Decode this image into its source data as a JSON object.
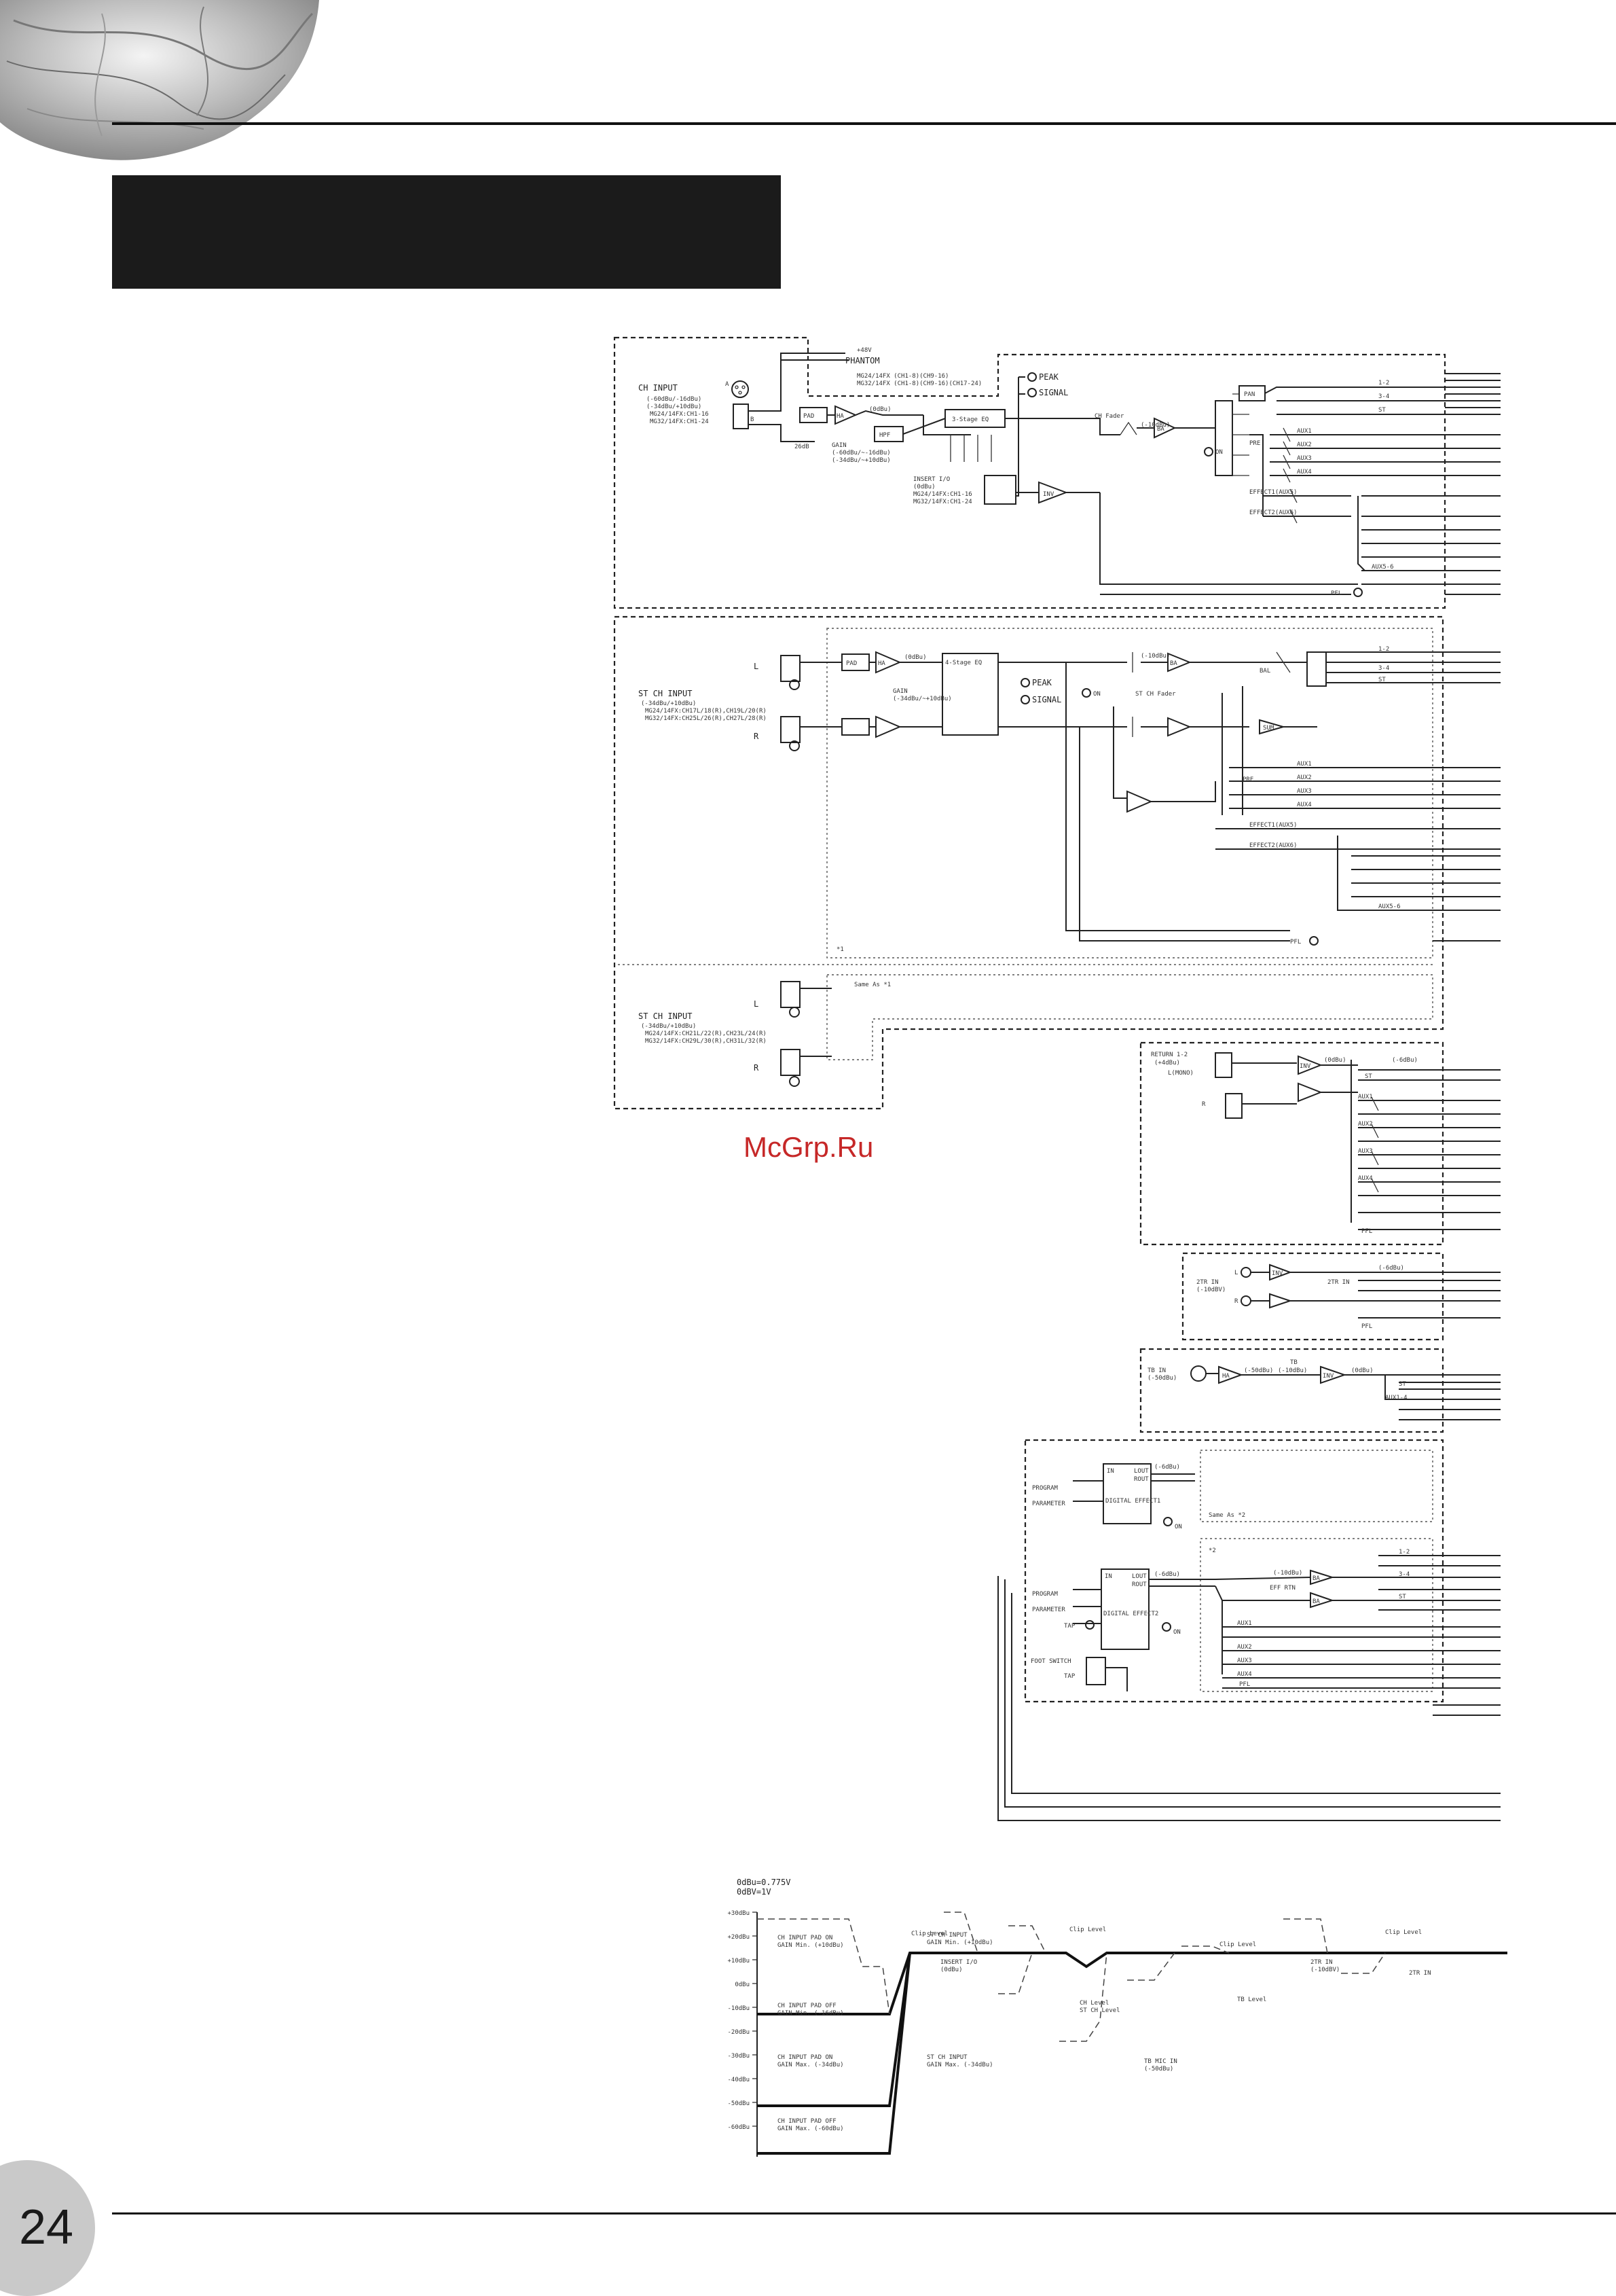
{
  "page": {
    "number": "24",
    "watermark": "McGrp.Ru"
  },
  "block_diagram": {
    "ch_input": {
      "title": "CH INPUT",
      "level_1": "(-60dBu/-16dBu)",
      "level_2": "(-34dBu/+10dBu)",
      "model_1": "MG24/14FX:CH1-16",
      "model_2": "MG32/14FX:CH1-24",
      "jack_a": "A",
      "jack_b": "B",
      "phantom": "PHANTOM",
      "phantom_note": "MG24/14FX (CH1-8)(CH9-16)",
      "phantom_note_2": "MG32/14FX (CH1-8)(CH9-16)(CH17-24)",
      "plus48v": "+48V",
      "pad": "PAD",
      "pad_value": "26dB",
      "ha": "HA",
      "gain": "GAIN",
      "gain_range": "(-60dBu/~-16dBu)",
      "gain_range_2": "(-34dBu/~+10dBu)",
      "hpf": "HPF",
      "eq": "3-Stage EQ",
      "level_0dbu": "(0dBu)",
      "insert": "INSERT I/O",
      "insert_level": "(0dBu)",
      "insert_model_1": "MG24/14FX:CH1-16",
      "insert_model_2": "MG32/14FX:CH1-24",
      "inv": "INV",
      "peak": "PEAK",
      "signal": "SIGNAL",
      "ch_fader": "CH Fader",
      "fader_level": "(-10dBu)",
      "ba": "BA",
      "on": "ON",
      "pan": "PAN",
      "pre": "PRE",
      "aux1": "AUX1",
      "aux2": "AUX2",
      "aux3": "AUX3",
      "aux4": "AUX4",
      "effect1": "EFFECT1(AUX5)",
      "effect2": "EFFECT2(AUX6)",
      "aux56": "AUX5-6",
      "pfl": "PFL",
      "out_12": "1-2",
      "out_34": "3-4",
      "out_st": "ST"
    },
    "st_ch_input": {
      "title": "ST CH INPUT",
      "level": "(-34dBu/+10dBu)",
      "model_1": "MG24/14FX:CH17L/18(R),CH19L/20(R)",
      "model_2": "MG32/14FX:CH25L/26(R),CH27L/28(R)",
      "l": "L",
      "r": "R",
      "pad": "PAD",
      "ha": "HA",
      "gain": "GAIN",
      "gain_range": "(-34dBu/~+10dBu)",
      "eq": "4-Stage EQ",
      "level_0dbu": "(0dBu)",
      "peak": "PEAK",
      "signal": "SIGNAL",
      "on": "ON",
      "st_ch_fader": "ST CH Fader",
      "fader_level": "(-10dBu)",
      "ba": "BA",
      "bal": "BAL",
      "sum": "SUM",
      "pre": "PRE",
      "aux1": "AUX1",
      "aux2": "AUX2",
      "aux3": "AUX3",
      "aux4": "AUX4",
      "effect1": "EFFECT1(AUX5)",
      "effect2": "EFFECT2(AUX6)",
      "aux56": "AUX5-6",
      "pfl": "PFL",
      "mark": "*1",
      "out_12": "1-2",
      "out_34": "3-4",
      "out_st": "ST"
    },
    "st_ch_input_2": {
      "title": "ST CH INPUT",
      "level": "(-34dBu/+10dBu)",
      "model_1": "MG24/14FX:CH21L/22(R),CH23L/24(R)",
      "model_2": "MG32/14FX:CH29L/30(R),CH31L/32(R)",
      "same_as": "Same As *1",
      "l": "L",
      "r": "R"
    },
    "return": {
      "title": "RETURN 1-2",
      "level": "(+4dBu)",
      "l_mono": "L(MONO)",
      "r": "R",
      "inv": "INV",
      "st": "ST",
      "aux1": "AUX1",
      "aux2": "AUX2",
      "aux3": "AUX3",
      "aux4": "AUX4",
      "pfl": "PFL",
      "lvl_0": "(0dBu)",
      "lvl_neg": "(-6dBu)"
    },
    "two_tr_in": {
      "title": "2TR IN",
      "level": "(-10dBV)",
      "l": "L",
      "r": "R",
      "inv": "INV",
      "label": "2TR IN",
      "pfl": "PFL",
      "lvl": "(-6dBu)"
    },
    "tb_in": {
      "title": "TB IN",
      "level": "(-50dBu)",
      "ha": "HA",
      "tb": "TB",
      "inv": "INV",
      "st": "ST",
      "aux": "AUX1-4",
      "lvl_1": "(-50dBu)",
      "lvl_2": "(-10dBu)",
      "lvl_3": "(0dBu)"
    },
    "effects": {
      "program": "PROGRAM",
      "parameter": "PARAMETER",
      "tap": "TAP",
      "footswitch": "FOOT SWITCH",
      "effect1": "DIGITAL EFFECT1",
      "effect2": "DIGITAL EFFECT2",
      "in": "IN",
      "lout": "LOUT",
      "rout": "ROUT",
      "on": "ON",
      "level": "(-6dBu)",
      "same_as": "Same As *2",
      "mark": "*2",
      "eff_rtn": "EFF RTN",
      "ba": "BA",
      "aux1": "AUX1",
      "aux2": "AUX2",
      "aux3": "AUX3",
      "aux4": "AUX4",
      "pfl": "PFL",
      "out_12": "1-2",
      "out_34": "3-4",
      "out_st": "ST",
      "lvl_10": "(-10dBu)"
    }
  },
  "level_diagram": {
    "reference_1": "0dBu=0.775V",
    "reference_2": "0dBV=1V",
    "ticks": [
      "+30dBu",
      "+20dBu",
      "+10dBu",
      "0dBu",
      "-10dBu",
      "-20dBu",
      "-30dBu",
      "-40dBu",
      "-50dBu",
      "-60dBu"
    ],
    "annotations": {
      "pad_on_gain_min": "CH INPUT PAD ON\nGAIN Min. (+10dBu)",
      "pad_off_gain_min": "CH INPUT PAD OFF\nGAIN Min. (-16dBu)",
      "pad_on_gain_max": "CH INPUT PAD ON\nGAIN Max. (-34dBu)",
      "pad_off_gain_max": "CH INPUT PAD OFF\nGAIN Max. (-60dBu)",
      "st_gain_min": "ST CH INPUT\nGAIN Min. (+10dBu)",
      "st_gain_max": "ST CH INPUT\nGAIN Max. (-34dBu)",
      "insert": "INSERT I/O\n(0dBu)",
      "ch_level": "CH Level\nST CH Level",
      "tb_level": "TB Level",
      "tb_mic_in": "TB MIC IN\n(-50dBu)",
      "two_tr_in": "2TR IN\n(-10dBV)",
      "two_tr_in_2": "2TR IN",
      "clip_1": "Clip Level",
      "clip_2": "Clip Level",
      "clip_3": "Clip Level",
      "clip_4": "Clip Level"
    }
  }
}
